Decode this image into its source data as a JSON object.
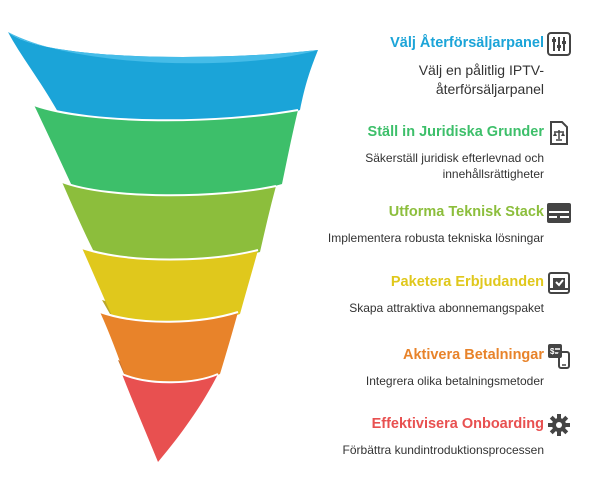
{
  "steps": [
    {
      "title": "Välj Återförsäljarpanel",
      "desc": "Välj en pålitlig IPTV-återförsäljarpanel",
      "color": "#1ba4d8",
      "icon": "sliders-icon"
    },
    {
      "title": "Ställ in Juridiska Grunder",
      "desc": "Säkerställ juridisk efterlevnad och innehållsrättigheter",
      "color": "#3dbf6a",
      "icon": "legal-document-icon"
    },
    {
      "title": "Utforma Teknisk Stack",
      "desc": "Implementera robusta tekniska lösningar",
      "color": "#8cbe3c",
      "icon": "server-stack-icon"
    },
    {
      "title": "Paketera Erbjudanden",
      "desc": "Skapa attraktiva abonnemangspaket",
      "color": "#e0c81c",
      "icon": "package-icon"
    },
    {
      "title": "Aktivera Betalningar",
      "desc": "Integrera olika betalningsmetoder",
      "color": "#e8832a",
      "icon": "payment-icon"
    },
    {
      "title": "Effektivisera Onboarding",
      "desc": "Förbättra kundintroduktionsprocessen",
      "color": "#e85050",
      "icon": "gear-icon"
    }
  ]
}
